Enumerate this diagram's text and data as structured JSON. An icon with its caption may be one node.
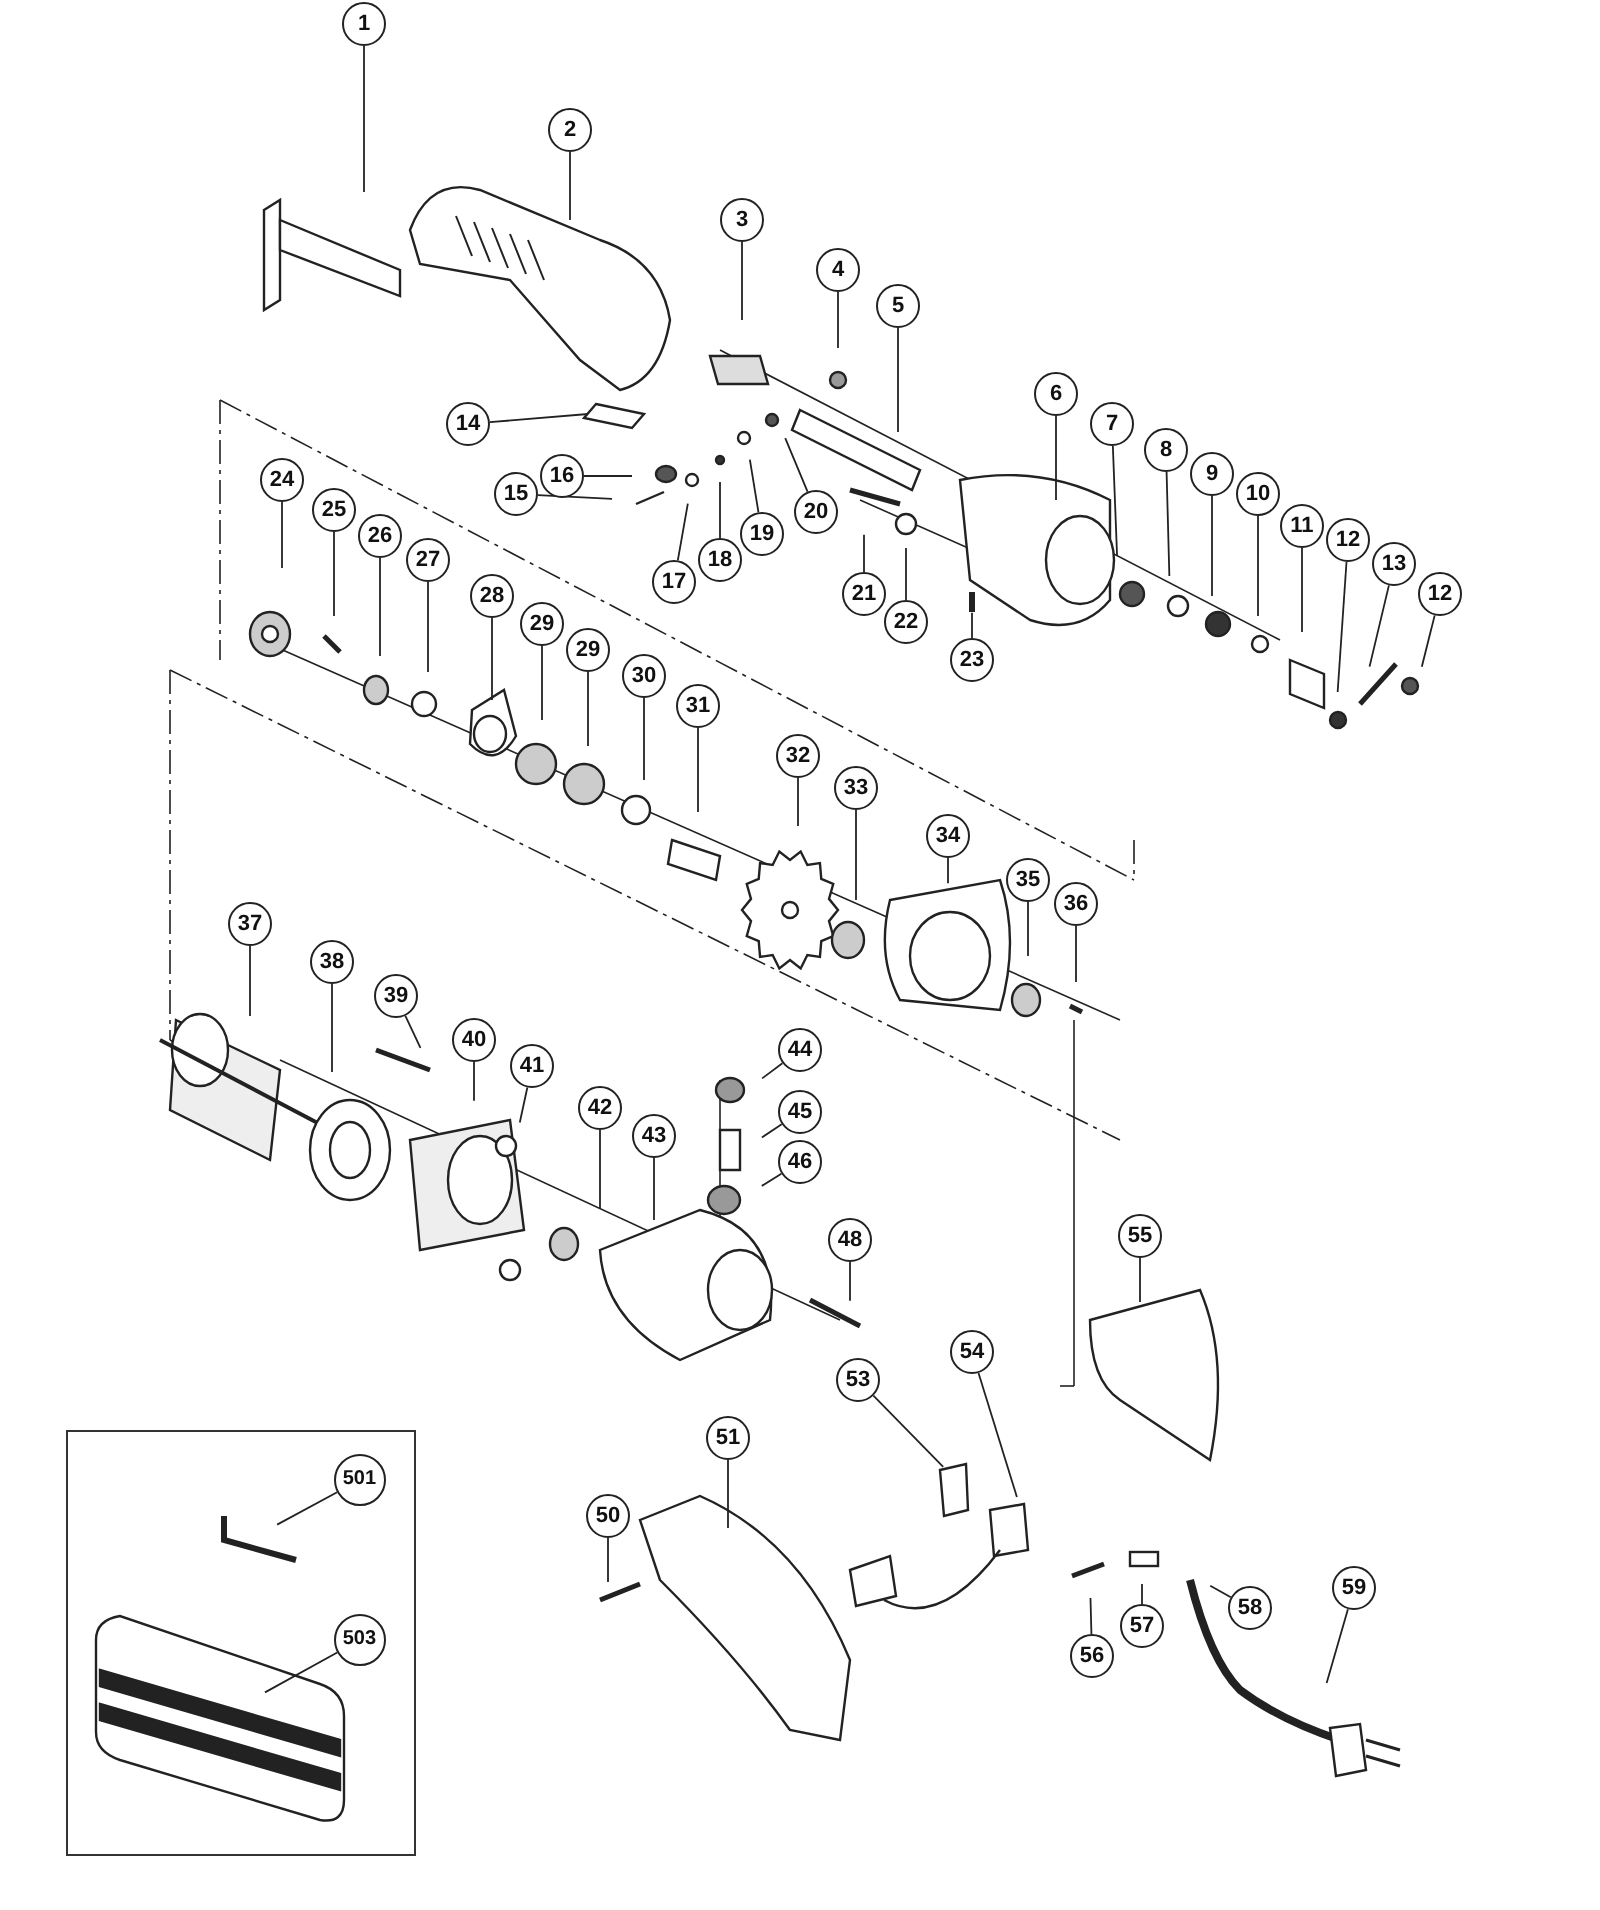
{
  "diagram": {
    "nodes": [
      {
        "text": [
          "1"
        ]
      },
      {
        "text": [
          "2"
        ]
      },
      {
        "text": [
          "3"
        ]
      },
      {
        "text": [
          "4"
        ]
      },
      {
        "text": [
          "5"
        ]
      },
      {
        "text": [
          "6"
        ]
      },
      {
        "text": [
          "7"
        ]
      },
      {
        "text": [
          "8"
        ]
      },
      {
        "text": [
          "9"
        ]
      },
      {
        "text": [
          "10"
        ]
      },
      {
        "text": [
          "11"
        ]
      },
      {
        "text": [
          "12"
        ]
      },
      {
        "text": [
          "13"
        ]
      },
      {
        "text": [
          "12"
        ]
      },
      {
        "text": [
          "14"
        ]
      },
      {
        "text": [
          "16"
        ]
      },
      {
        "text": [
          "15"
        ]
      },
      {
        "text": [
          "17"
        ]
      },
      {
        "text": [
          "18"
        ]
      },
      {
        "text": [
          "19"
        ]
      },
      {
        "text": [
          "20"
        ]
      },
      {
        "text": [
          "21"
        ]
      },
      {
        "text": [
          "22"
        ]
      },
      {
        "text": [
          "23"
        ]
      },
      {
        "text": [
          "24"
        ]
      },
      {
        "text": [
          "25"
        ]
      },
      {
        "text": [
          "26"
        ]
      },
      {
        "text": [
          "27"
        ]
      },
      {
        "text": [
          "28"
        ]
      },
      {
        "text": [
          "29"
        ]
      },
      {
        "text": [
          "29"
        ]
      },
      {
        "text": [
          "30"
        ]
      },
      {
        "text": [
          "31"
        ]
      },
      {
        "text": [
          "32"
        ]
      },
      {
        "text": [
          "33"
        ]
      },
      {
        "text": [
          "34"
        ]
      },
      {
        "text": [
          "35"
        ]
      },
      {
        "text": [
          "36"
        ]
      },
      {
        "text": [
          "37"
        ]
      },
      {
        "text": [
          "38"
        ]
      },
      {
        "text": [
          "39"
        ]
      },
      {
        "text": [
          "40"
        ]
      },
      {
        "text": [
          "41"
        ]
      },
      {
        "text": [
          "42"
        ]
      },
      {
        "text": [
          "43"
        ]
      },
      {
        "text": [
          "44"
        ]
      },
      {
        "text": [
          "45"
        ]
      },
      {
        "text": [
          "46"
        ]
      },
      {
        "text": [
          "48"
        ]
      },
      {
        "text": [
          "55"
        ]
      },
      {
        "text": [
          "54"
        ]
      },
      {
        "text": [
          "53"
        ]
      },
      {
        "text": [
          "51"
        ]
      },
      {
        "text": [
          "50"
        ]
      },
      {
        "text": [
          "59"
        ]
      },
      {
        "text": [
          "58"
        ]
      },
      {
        "text": [
          "57"
        ]
      },
      {
        "text": [
          "56"
        ]
      },
      {
        "text": [],
        "shape": "box"
      },
      {
        "text": [
          "501"
        ],
        "in": 58
      },
      {
        "text": [
          "503"
        ],
        "in": 58
      }
    ],
    "edges": [
      {
        "from": 0,
        "to": null,
        "arrow": "none"
      },
      {
        "from": 1,
        "to": null,
        "arrow": "none"
      },
      {
        "from": 2,
        "to": null,
        "arrow": "none"
      },
      {
        "from": 3,
        "to": null,
        "arrow": "none"
      },
      {
        "from": 4,
        "to": null,
        "arrow": "none"
      },
      {
        "from": 5,
        "to": null,
        "arrow": "none"
      },
      {
        "from": 6,
        "to": null,
        "arrow": "none"
      },
      {
        "from": 7,
        "to": null,
        "arrow": "none"
      },
      {
        "from": 8,
        "to": null,
        "arrow": "none"
      },
      {
        "from": 9,
        "to": null,
        "arrow": "none"
      },
      {
        "from": 10,
        "to": null,
        "arrow": "none"
      },
      {
        "from": 11,
        "to": null,
        "arrow": "none"
      },
      {
        "from": 12,
        "to": null,
        "arrow": "none"
      },
      {
        "from": 13,
        "to": null,
        "arrow": "none"
      },
      {
        "from": 14,
        "to": null,
        "arrow": "none"
      },
      {
        "from": 15,
        "to": null,
        "arrow": "none"
      },
      {
        "from": 16,
        "to": null,
        "arrow": "none"
      },
      {
        "from": 17,
        "to": null,
        "arrow": "none"
      },
      {
        "from": 18,
        "to": null,
        "arrow": "none"
      },
      {
        "from": 19,
        "to": null,
        "arrow": "none"
      },
      {
        "from": 20,
        "to": null,
        "arrow": "none"
      },
      {
        "from": 21,
        "to": null,
        "arrow": "none"
      },
      {
        "from": 22,
        "to": null,
        "arrow": "none"
      },
      {
        "from": 23,
        "to": null,
        "arrow": "none"
      },
      {
        "from": 24,
        "to": null,
        "arrow": "none"
      },
      {
        "from": 25,
        "to": null,
        "arrow": "none"
      },
      {
        "from": 26,
        "to": null,
        "arrow": "none"
      },
      {
        "from": 27,
        "to": null,
        "arrow": "none"
      },
      {
        "from": 28,
        "to": null,
        "arrow": "none"
      },
      {
        "from": 29,
        "to": null,
        "arrow": "none"
      },
      {
        "from": 30,
        "to": null,
        "arrow": "none"
      },
      {
        "from": 31,
        "to": null,
        "arrow": "none"
      },
      {
        "from": 32,
        "to": null,
        "arrow": "none"
      },
      {
        "from": 33,
        "to": null,
        "arrow": "none"
      },
      {
        "from": 34,
        "to": null,
        "arrow": "none"
      },
      {
        "from": 35,
        "to": null,
        "arrow": "none"
      },
      {
        "from": 36,
        "to": null,
        "arrow": "none"
      },
      {
        "from": 37,
        "to": null,
        "arrow": "none"
      },
      {
        "from": 38,
        "to": null,
        "arrow": "none"
      },
      {
        "from": 39,
        "to": null,
        "arrow": "none"
      },
      {
        "from": 40,
        "to": null,
        "arrow": "none"
      },
      {
        "from": 41,
        "to": null,
        "arrow": "none"
      },
      {
        "from": 42,
        "to": null,
        "arrow": "none"
      },
      {
        "from": 43,
        "to": null,
        "arrow": "none"
      },
      {
        "from": 44,
        "to": null,
        "arrow": "none"
      },
      {
        "from": 45,
        "to": null,
        "arrow": "none"
      },
      {
        "from": 46,
        "to": null,
        "arrow": "none"
      },
      {
        "from": 47,
        "to": null,
        "arrow": "none"
      },
      {
        "from": 48,
        "to": null,
        "arrow": "none"
      },
      {
        "from": 49,
        "to": null,
        "arrow": "none"
      },
      {
        "from": 50,
        "to": null,
        "arrow": "none"
      },
      {
        "from": 51,
        "to": null,
        "arrow": "none"
      },
      {
        "from": 52,
        "to": null,
        "arrow": "none"
      },
      {
        "from": 53,
        "to": null,
        "arrow": "none"
      },
      {
        "from": 54,
        "to": null,
        "arrow": "none"
      },
      {
        "from": 55,
        "to": null,
        "arrow": "none"
      },
      {
        "from": 56,
        "to": null,
        "arrow": "none"
      },
      {
        "from": 57,
        "to": null,
        "arrow": "none"
      },
      {
        "from": 59,
        "to": null,
        "arrow": "none"
      },
      {
        "from": 60,
        "to": null,
        "arrow": "none"
      }
    ]
  }
}
